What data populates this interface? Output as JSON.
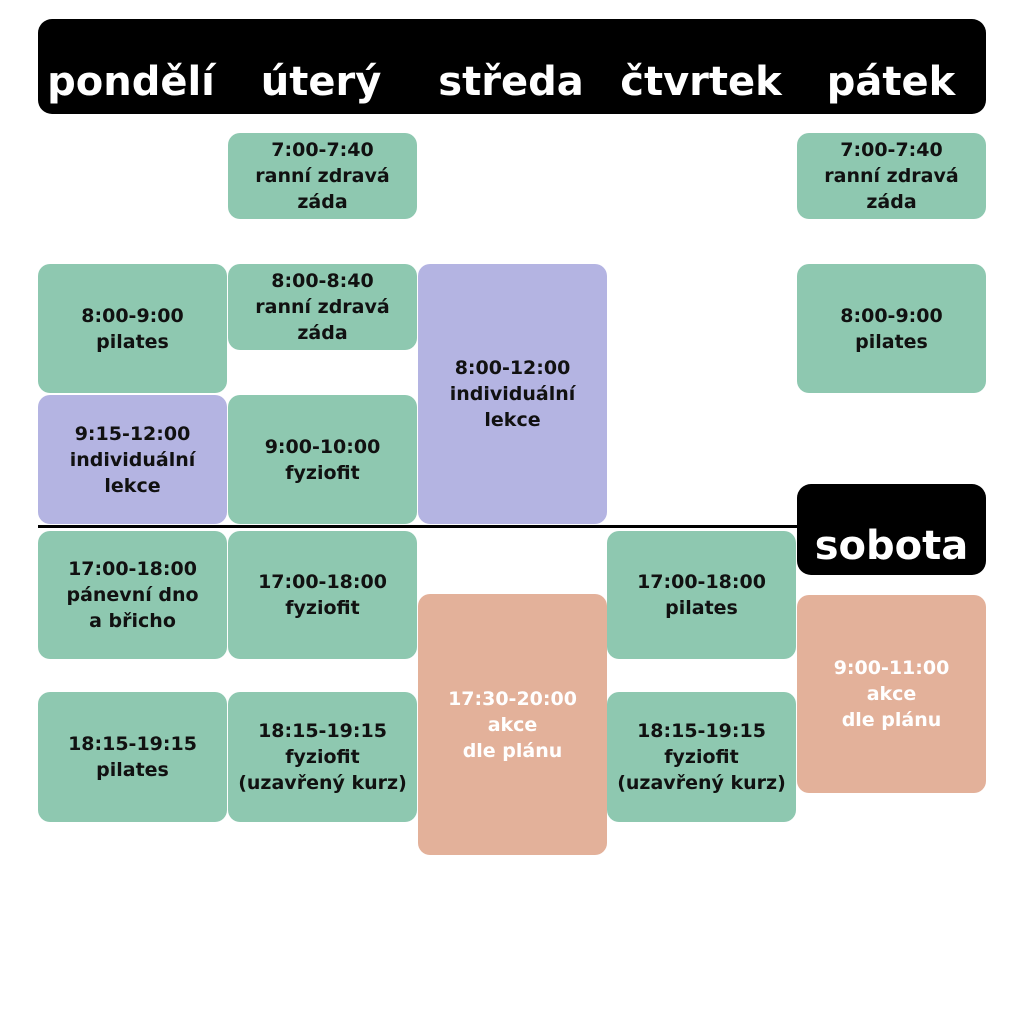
{
  "colors": {
    "header": "#000000",
    "green": "#8ec8b0",
    "violet": "#b4b4e2",
    "salmon": "#e3b19a",
    "text_dark": "#111111",
    "text_light": "#ffffff"
  },
  "days": {
    "mon": "pondělí",
    "tue": "úterý",
    "wed": "středa",
    "thu": "čtvrtek",
    "fri": "pátek",
    "sat": "sobota"
  },
  "sessions": {
    "tue_1": {
      "time": "7:00-7:40",
      "lines": [
        "ranní zdravá",
        "záda"
      ]
    },
    "fri_1": {
      "time": "7:00-7:40",
      "lines": [
        "ranní zdravá",
        "záda"
      ]
    },
    "mon_1": {
      "time": "8:00-9:00",
      "lines": [
        "pilates"
      ]
    },
    "tue_2": {
      "time": "8:00-8:40",
      "lines": [
        "ranní zdravá",
        "záda"
      ]
    },
    "wed_1": {
      "time": "8:00-12:00",
      "lines": [
        "individuální",
        "lekce"
      ]
    },
    "fri_2": {
      "time": "8:00-9:00",
      "lines": [
        "pilates"
      ]
    },
    "mon_2": {
      "time": "9:15-12:00",
      "lines": [
        "individuální",
        "lekce"
      ]
    },
    "tue_3": {
      "time": "9:00-10:00",
      "lines": [
        "fyziofit"
      ]
    },
    "mon_3": {
      "time": "17:00-18:00",
      "lines": [
        "pánevní dno",
        "a břicho"
      ]
    },
    "tue_4": {
      "time": "17:00-18:00",
      "lines": [
        "fyziofit"
      ]
    },
    "thu_1": {
      "time": "17:00-18:00",
      "lines": [
        "pilates"
      ]
    },
    "wed_2": {
      "time": "17:30-20:00",
      "lines": [
        "akce",
        "dle plánu"
      ]
    },
    "sat_1": {
      "time": "9:00-11:00",
      "lines": [
        "akce",
        "dle plánu"
      ]
    },
    "mon_4": {
      "time": "18:15-19:15",
      "lines": [
        "pilates"
      ]
    },
    "tue_5": {
      "time": "18:15-19:15",
      "lines": [
        "fyziofit",
        "(uzavřený kurz)"
      ]
    },
    "thu_2": {
      "time": "18:15-19:15",
      "lines": [
        "fyziofit",
        "(uzavřený kurz)"
      ]
    }
  }
}
